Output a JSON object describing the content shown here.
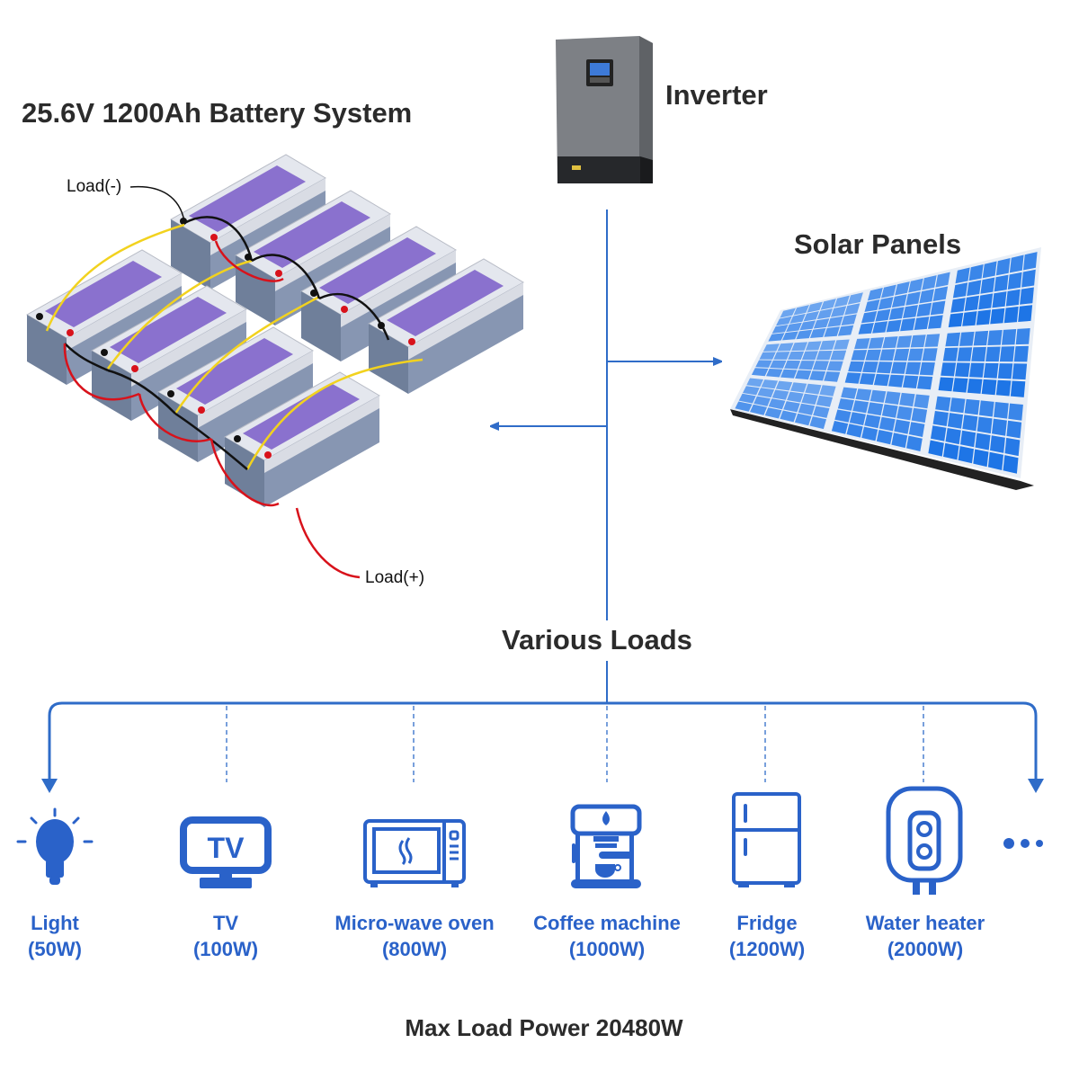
{
  "battery_system": {
    "title": "25.6V 1200Ah Battery System",
    "load_negative": "Load(-)",
    "load_positive": "Load(+)",
    "battery_count": 8
  },
  "inverter": {
    "label": "Inverter"
  },
  "solar": {
    "label": "Solar Panels"
  },
  "loads": {
    "heading": "Various Loads",
    "items": [
      {
        "name": "Light",
        "power": "(50W)",
        "icon": "light-bulb-icon"
      },
      {
        "name": "TV",
        "power": "(100W)",
        "icon": "tv-icon"
      },
      {
        "name": "Micro-wave oven",
        "power": "(800W)",
        "icon": "microwave-icon"
      },
      {
        "name": "Coffee machine",
        "power": "(1000W)",
        "icon": "coffee-machine-icon"
      },
      {
        "name": "Fridge",
        "power": "(1200W)",
        "icon": "fridge-icon"
      },
      {
        "name": "Water heater",
        "power": "(2000W)",
        "icon": "water-heater-icon"
      }
    ],
    "more_icon": "ellipsis-icon"
  },
  "footer": {
    "max_load": "Max Load Power 20480W"
  },
  "colors": {
    "accent": "#2a62c9",
    "line": "#2f6cc8",
    "battery_label": "#7a5cc8",
    "text": "#2b2b2b"
  }
}
